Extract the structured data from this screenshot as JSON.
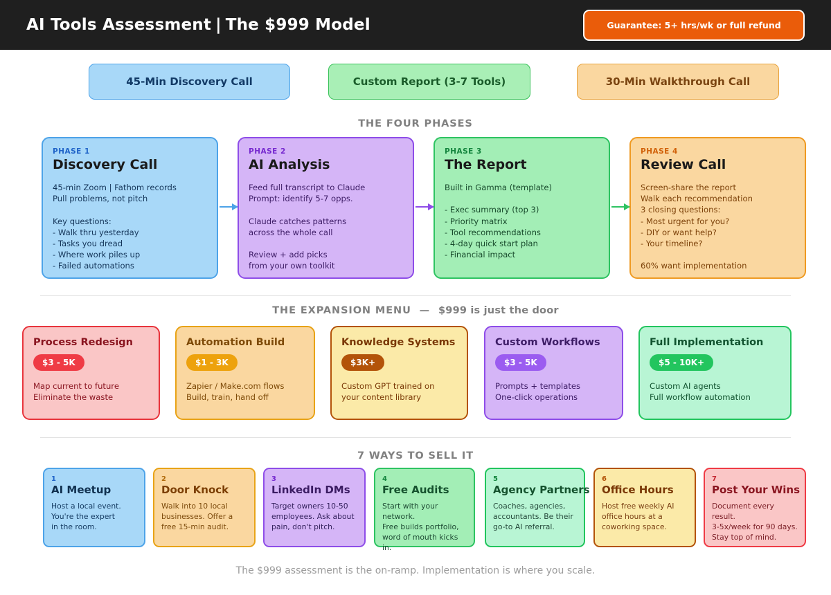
{
  "header": {
    "title_main": "AI Tools Assessment",
    "separator": "|",
    "title_sub": "The $999 Model",
    "guarantee_badge": "Guarantee: 5+ hrs/wk or full refund",
    "bg_color": "#1f1f1f",
    "badge_color": "#ea5c0a"
  },
  "deliverables": [
    {
      "label": "45-Min Discovery Call",
      "color": "#a8d8f8"
    },
    {
      "label": "Custom Report  (3-7 Tools)",
      "color": "#a9efb6"
    },
    {
      "label": "30-Min Walkthrough Call",
      "color": "#fad7a0"
    }
  ],
  "phases_section": {
    "heading": "THE FOUR PHASES",
    "cards": [
      {
        "kicker": "PHASE 1",
        "title": "Discovery Call",
        "body": "45-min Zoom | Fathom records\nPull problems, not pitch\n\nKey questions:\n- Walk thru yesterday\n- Tasks you dread\n- Where work piles up\n- Failed automations",
        "color": "#a8d8f8",
        "border": "#4da3e8"
      },
      {
        "kicker": "PHASE 2",
        "title": "AI Analysis",
        "body": "Feed full transcript to Claude\nPrompt: identify 5-7 opps.\n\nClaude catches patterns\nacross the whole call\n\nReview + add picks\nfrom your own toolkit",
        "color": "#d5b5f7",
        "border": "#8e4de8"
      },
      {
        "kicker": "PHASE 3",
        "title": "The Report",
        "body": "Built in Gamma (template)\n\n- Exec summary (top 3)\n- Priority matrix\n- Tool recommendations\n- 4-day quick start plan\n- Financial impact",
        "color": "#a3eeb6",
        "border": "#2ec362"
      },
      {
        "kicker": "PHASE 4",
        "title": "Review Call",
        "body": "Screen-share the report\nWalk each recommendation\n3 closing questions:\n- Most urgent for you?\n- DIY or want help?\n- Your timeline?\n\n60% want implementation",
        "color": "#fad7a0",
        "border": "#ef9a22"
      }
    ]
  },
  "expansion_section": {
    "heading_bold": "THE EXPANSION MENU",
    "heading_dash": "—",
    "heading_light": "$999 is just the door",
    "cards": [
      {
        "title": "Process Redesign",
        "price": "$3 - 5K",
        "body": "Map current to future\nEliminate the waste",
        "color": "#fac6c6",
        "accent": "#ef3b45"
      },
      {
        "title": "Automation Build",
        "price": "$1 - 3K",
        "body": "Zapier / Make.com flows\nBuild, train, hand off",
        "color": "#fad7a0",
        "accent": "#eda20d"
      },
      {
        "title": "Knowledge Systems",
        "price": "$3K+",
        "body": "Custom GPT trained on\nyour content library",
        "color": "#fbeaa8",
        "accent": "#b35309"
      },
      {
        "title": "Custom Workflows",
        "price": "$3 - 5K",
        "body": "Prompts + templates\nOne-click operations",
        "color": "#d5b5f7",
        "accent": "#9b5cf0"
      },
      {
        "title": "Full Implementation",
        "price": "$5 - 10K+",
        "body": "Custom AI agents\nFull workflow automation",
        "color": "#b8f5d4",
        "accent": "#22c55e"
      }
    ]
  },
  "ways_section": {
    "heading": "7 WAYS TO SELL IT",
    "cards": [
      {
        "num": "1",
        "title": "AI Meetup",
        "body": "Host a local event.\nYou're the expert\nin the room.",
        "color": "#a8d8f8"
      },
      {
        "num": "2",
        "title": "Door Knock",
        "body": "Walk into 10 local\nbusinesses. Offer a\nfree 15-min audit.",
        "color": "#fad7a0"
      },
      {
        "num": "3",
        "title": "LinkedIn DMs",
        "body": "Target owners 10-50\nemployees. Ask about\npain, don't pitch.",
        "color": "#d5b5f7"
      },
      {
        "num": "4",
        "title": "Free Audits",
        "body": "Start with your network.\nFree builds portfolio,\nword of mouth kicks in.",
        "color": "#a3eeb6"
      },
      {
        "num": "5",
        "title": "Agency Partners",
        "body": "Coaches, agencies,\naccountants. Be their\ngo-to AI referral.",
        "color": "#b8f5d4"
      },
      {
        "num": "6",
        "title": "Office Hours",
        "body": "Host free weekly AI\noffice hours at a\ncoworking space.",
        "color": "#fbeaa8"
      },
      {
        "num": "7",
        "title": "Post Your Wins",
        "body": "Document every result.\n3-5x/week for 90 days.\nStay top of mind.",
        "color": "#fac6c6"
      }
    ]
  },
  "footer": {
    "note": "The $999 assessment is the on-ramp. Implementation is where you scale."
  }
}
